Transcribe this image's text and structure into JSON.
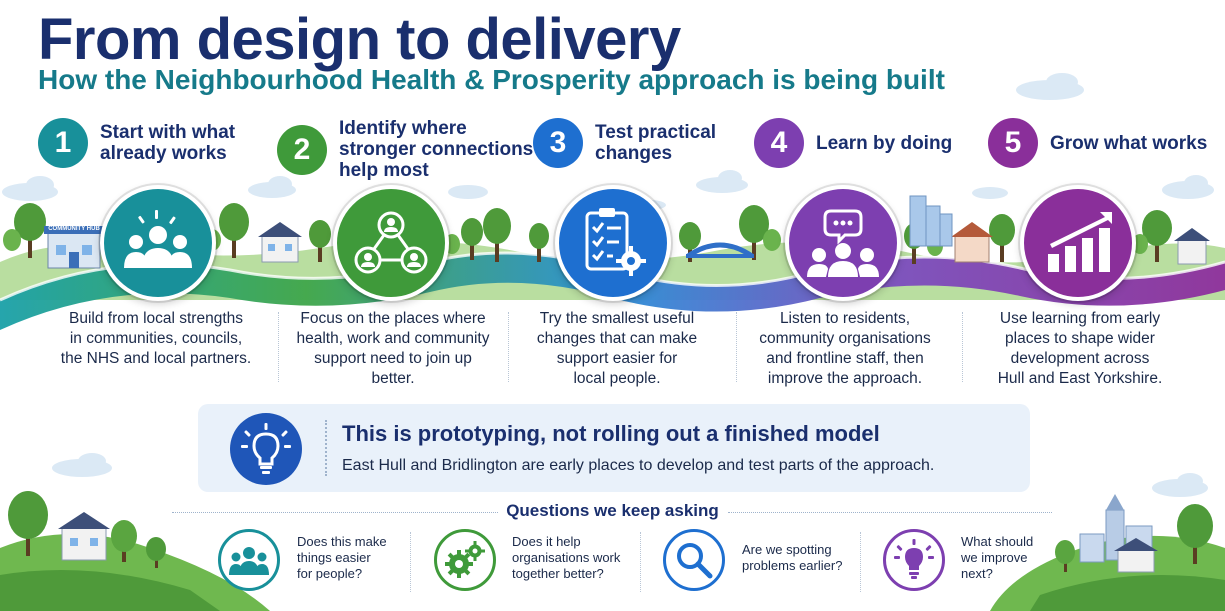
{
  "header": {
    "title": "From design to delivery",
    "subtitle": "How the Neighbourhood Health & Prosperity approach is being built"
  },
  "colors": {
    "teal": "#18909a",
    "green": "#3f9a3a",
    "blue": "#1e6fd0",
    "purple": "#7d3fb0",
    "magenta": "#8a2f9a",
    "navy": "#1a2f6e"
  },
  "steps": [
    {
      "number": "1",
      "title_line1": "Start with what",
      "title_line2": "already works",
      "title_line3": "",
      "icon": "people-group-icon",
      "desc": [
        "Build from local strengths",
        "in communities, councils,",
        "the NHS and local partners."
      ]
    },
    {
      "number": "2",
      "title_line1": "Identify where",
      "title_line2": "stronger connections",
      "title_line3": "help most",
      "icon": "network-connections-icon",
      "desc": [
        "Focus on the places where",
        "health, work and community",
        "support need to join up",
        "better."
      ]
    },
    {
      "number": "3",
      "title_line1": "Test practical",
      "title_line2": "changes",
      "title_line3": "",
      "icon": "clipboard-checklist-icon",
      "desc": [
        "Try the smallest useful",
        "changes that can make",
        "support easier for",
        "local people."
      ]
    },
    {
      "number": "4",
      "title_line1": "Learn by doing",
      "title_line2": "",
      "title_line3": "",
      "icon": "people-chat-icon",
      "desc": [
        "Listen to residents,",
        "community organisations",
        "and frontline staff, then",
        "improve the approach."
      ]
    },
    {
      "number": "5",
      "title_line1": "Grow what works",
      "title_line2": "",
      "title_line3": "",
      "icon": "growth-chart-icon",
      "desc": [
        "Use learning from early",
        "places to shape wider",
        "development across",
        "Hull and East Yorkshire."
      ]
    }
  ],
  "scene": {
    "hub_sign": "COMMUNITY HUB"
  },
  "banner": {
    "title": "This is prototyping, not rolling out a finished model",
    "text": "East Hull and Bridlington are early places to develop and test parts of the approach.",
    "icon": "lightbulb-icon"
  },
  "questions": {
    "heading": "Questions we keep asking",
    "items": [
      {
        "icon": "people-icon",
        "lines": [
          "Does this make",
          "things easier",
          "for people?"
        ]
      },
      {
        "icon": "gears-icon",
        "lines": [
          "Does it help",
          "organisations work",
          "together better?"
        ]
      },
      {
        "icon": "magnifier-icon",
        "lines": [
          "Are we spotting",
          "problems earlier?"
        ]
      },
      {
        "icon": "lightbulb-icon",
        "lines": [
          "What should",
          "we improve",
          "next?"
        ]
      }
    ]
  }
}
